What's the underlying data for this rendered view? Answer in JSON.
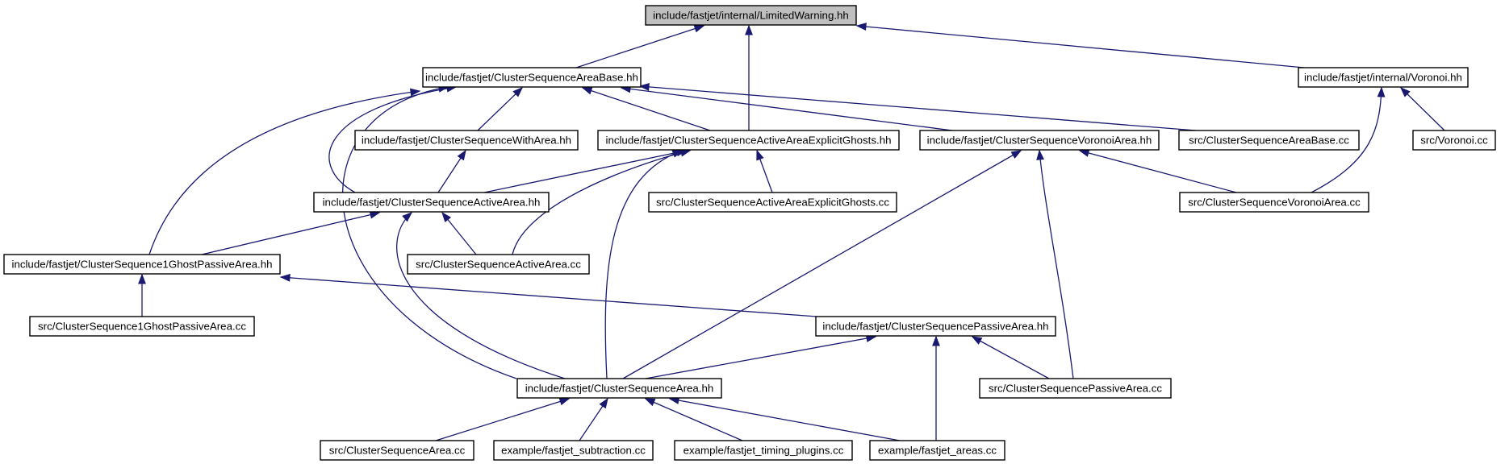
{
  "diagram": {
    "type": "include-dependency-graph",
    "colors": {
      "edge": "#191970",
      "root_fill": "#bfbfbf",
      "node_fill": "#ffffff",
      "node_border": "#000000"
    },
    "nodes": [
      {
        "id": "lw",
        "label": "include/fastjet/internal/LimitedWarning.hh",
        "root": true
      },
      {
        "id": "csab",
        "label": "include/fastjet/ClusterSequenceAreaBase.hh"
      },
      {
        "id": "vor",
        "label": "include/fastjet/internal/Voronoi.hh"
      },
      {
        "id": "cswa",
        "label": "include/fastjet/ClusterSequenceWithArea.hh"
      },
      {
        "id": "csaeg",
        "label": "include/fastjet/ClusterSequenceActiveAreaExplicitGhosts.hh"
      },
      {
        "id": "csva",
        "label": "include/fastjet/ClusterSequenceVoronoiArea.hh"
      },
      {
        "id": "csabcc",
        "label": "src/ClusterSequenceAreaBase.cc"
      },
      {
        "id": "vorcc",
        "label": "src/Voronoi.cc"
      },
      {
        "id": "csaa",
        "label": "include/fastjet/ClusterSequenceActiveArea.hh"
      },
      {
        "id": "csaegcc",
        "label": "src/ClusterSequenceActiveAreaExplicitGhosts.cc"
      },
      {
        "id": "csvacc",
        "label": "src/ClusterSequenceVoronoiArea.cc"
      },
      {
        "id": "cs1g",
        "label": "include/fastjet/ClusterSequence1GhostPassiveArea.hh"
      },
      {
        "id": "csaacc",
        "label": "src/ClusterSequenceActiveArea.cc"
      },
      {
        "id": "cs1gcc",
        "label": "src/ClusterSequence1GhostPassiveArea.cc"
      },
      {
        "id": "cspa",
        "label": "include/fastjet/ClusterSequencePassiveArea.hh"
      },
      {
        "id": "csa",
        "label": "include/fastjet/ClusterSequenceArea.hh"
      },
      {
        "id": "cspacc",
        "label": "src/ClusterSequencePassiveArea.cc"
      },
      {
        "id": "csacc",
        "label": "src/ClusterSequenceArea.cc"
      },
      {
        "id": "fsub",
        "label": "example/fastjet_subtraction.cc"
      },
      {
        "id": "ftim",
        "label": "example/fastjet_timing_plugins.cc"
      },
      {
        "id": "fare",
        "label": "example/fastjet_areas.cc"
      }
    ],
    "edges": [
      {
        "from": "csab",
        "to": "lw"
      },
      {
        "from": "csaeg",
        "to": "lw"
      },
      {
        "from": "vor",
        "to": "lw"
      },
      {
        "from": "cs1g",
        "to": "csab"
      },
      {
        "from": "csaa",
        "to": "csab"
      },
      {
        "from": "csa",
        "to": "csab"
      },
      {
        "from": "cswa",
        "to": "csab"
      },
      {
        "from": "csaeg",
        "to": "csab"
      },
      {
        "from": "csva",
        "to": "csab"
      },
      {
        "from": "csabcc",
        "to": "csab"
      },
      {
        "from": "csvacc",
        "to": "vor"
      },
      {
        "from": "vorcc",
        "to": "vor"
      },
      {
        "from": "csaa",
        "to": "cswa"
      },
      {
        "from": "csaa",
        "to": "csaeg"
      },
      {
        "from": "csaacc",
        "to": "csaeg"
      },
      {
        "from": "csa",
        "to": "csaeg"
      },
      {
        "from": "csaegcc",
        "to": "csaeg"
      },
      {
        "from": "csa",
        "to": "csva"
      },
      {
        "from": "cspacc",
        "to": "csva"
      },
      {
        "from": "csvacc",
        "to": "csva"
      },
      {
        "from": "cs1g",
        "to": "csaa"
      },
      {
        "from": "csa",
        "to": "csaa"
      },
      {
        "from": "csaacc",
        "to": "csaa"
      },
      {
        "from": "cs1gcc",
        "to": "cs1g"
      },
      {
        "from": "cspa",
        "to": "cs1g"
      },
      {
        "from": "csa",
        "to": "cspa"
      },
      {
        "from": "fare",
        "to": "cspa"
      },
      {
        "from": "cspacc",
        "to": "cspa"
      },
      {
        "from": "csacc",
        "to": "csa"
      },
      {
        "from": "fsub",
        "to": "csa"
      },
      {
        "from": "ftim",
        "to": "csa"
      },
      {
        "from": "fare",
        "to": "csa"
      }
    ]
  }
}
